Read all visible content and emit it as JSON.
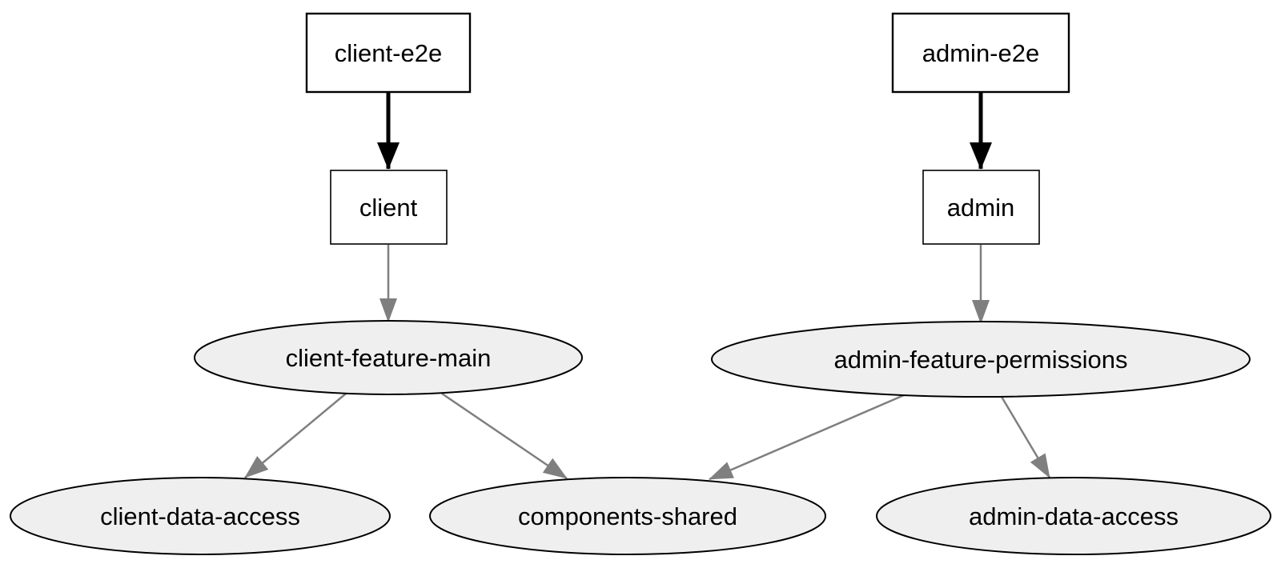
{
  "diagram": {
    "type": "dependency-graph",
    "colors": {
      "background": "#ffffff",
      "box_fill": "#ffffff",
      "ellipse_fill": "#efefef",
      "node_stroke": "#000000",
      "edge_bold": "#000000",
      "edge_normal": "#7f7f7f",
      "text": "#000000"
    },
    "nodes": {
      "client_e2e": {
        "label": "client-e2e",
        "shape": "box"
      },
      "client": {
        "label": "client",
        "shape": "box"
      },
      "admin_e2e": {
        "label": "admin-e2e",
        "shape": "box"
      },
      "admin": {
        "label": "admin",
        "shape": "box"
      },
      "client_feature_main": {
        "label": "client-feature-main",
        "shape": "ellipse"
      },
      "admin_feature_permissions": {
        "label": "admin-feature-permissions",
        "shape": "ellipse"
      },
      "client_data_access": {
        "label": "client-data-access",
        "shape": "ellipse"
      },
      "components_shared": {
        "label": "components-shared",
        "shape": "ellipse"
      },
      "admin_data_access": {
        "label": "admin-data-access",
        "shape": "ellipse"
      }
    },
    "edges": [
      {
        "from": "client-e2e",
        "to": "client",
        "style": "bold-black"
      },
      {
        "from": "admin-e2e",
        "to": "admin",
        "style": "bold-black"
      },
      {
        "from": "client",
        "to": "client-feature-main",
        "style": "gray"
      },
      {
        "from": "admin",
        "to": "admin-feature-permissions",
        "style": "gray"
      },
      {
        "from": "client-feature-main",
        "to": "client-data-access",
        "style": "gray"
      },
      {
        "from": "client-feature-main",
        "to": "components-shared",
        "style": "gray"
      },
      {
        "from": "admin-feature-permissions",
        "to": "components-shared",
        "style": "gray"
      },
      {
        "from": "admin-feature-permissions",
        "to": "admin-data-access",
        "style": "gray"
      }
    ]
  }
}
